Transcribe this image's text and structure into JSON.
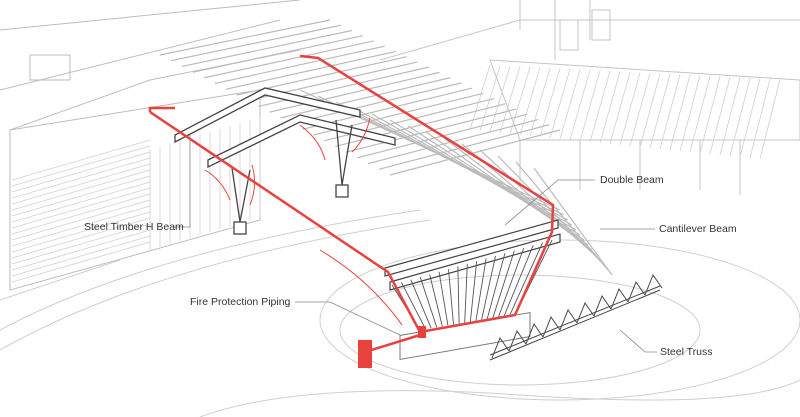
{
  "labels": {
    "double_beam": "Double Beam",
    "cantilever_beam": "Cantilever Beam",
    "steel_timber_h_beam": "Steel Timber H Beam",
    "fire_protection_piping": "Fire Protection Piping",
    "steel_truss": "Steel Truss"
  },
  "colors": {
    "accent": "#e8423f",
    "line": "#b8b8b8",
    "structure": "#444444",
    "text": "#333333"
  }
}
